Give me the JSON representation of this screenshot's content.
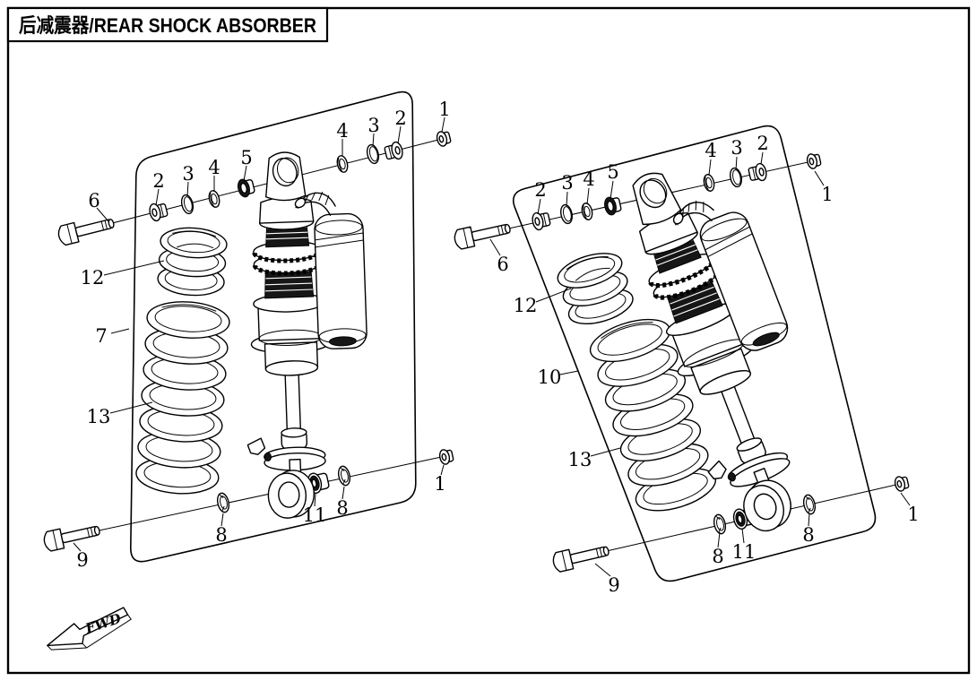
{
  "title": "后减震器/REAR SHOCK ABSORBER",
  "fwd_label": "FWD",
  "colors": {
    "ink": "#000000",
    "paper": "#ffffff"
  },
  "callouts": {
    "left": [
      "1",
      "2",
      "3",
      "4",
      "2",
      "3",
      "4",
      "5",
      "6",
      "12",
      "7",
      "13",
      "8",
      "11",
      "8",
      "1",
      "9"
    ],
    "right": [
      "1",
      "2",
      "3",
      "4",
      "2",
      "3",
      "4",
      "5",
      "6",
      "12",
      "10",
      "13",
      "8",
      "11",
      "8",
      "1",
      "9"
    ]
  }
}
